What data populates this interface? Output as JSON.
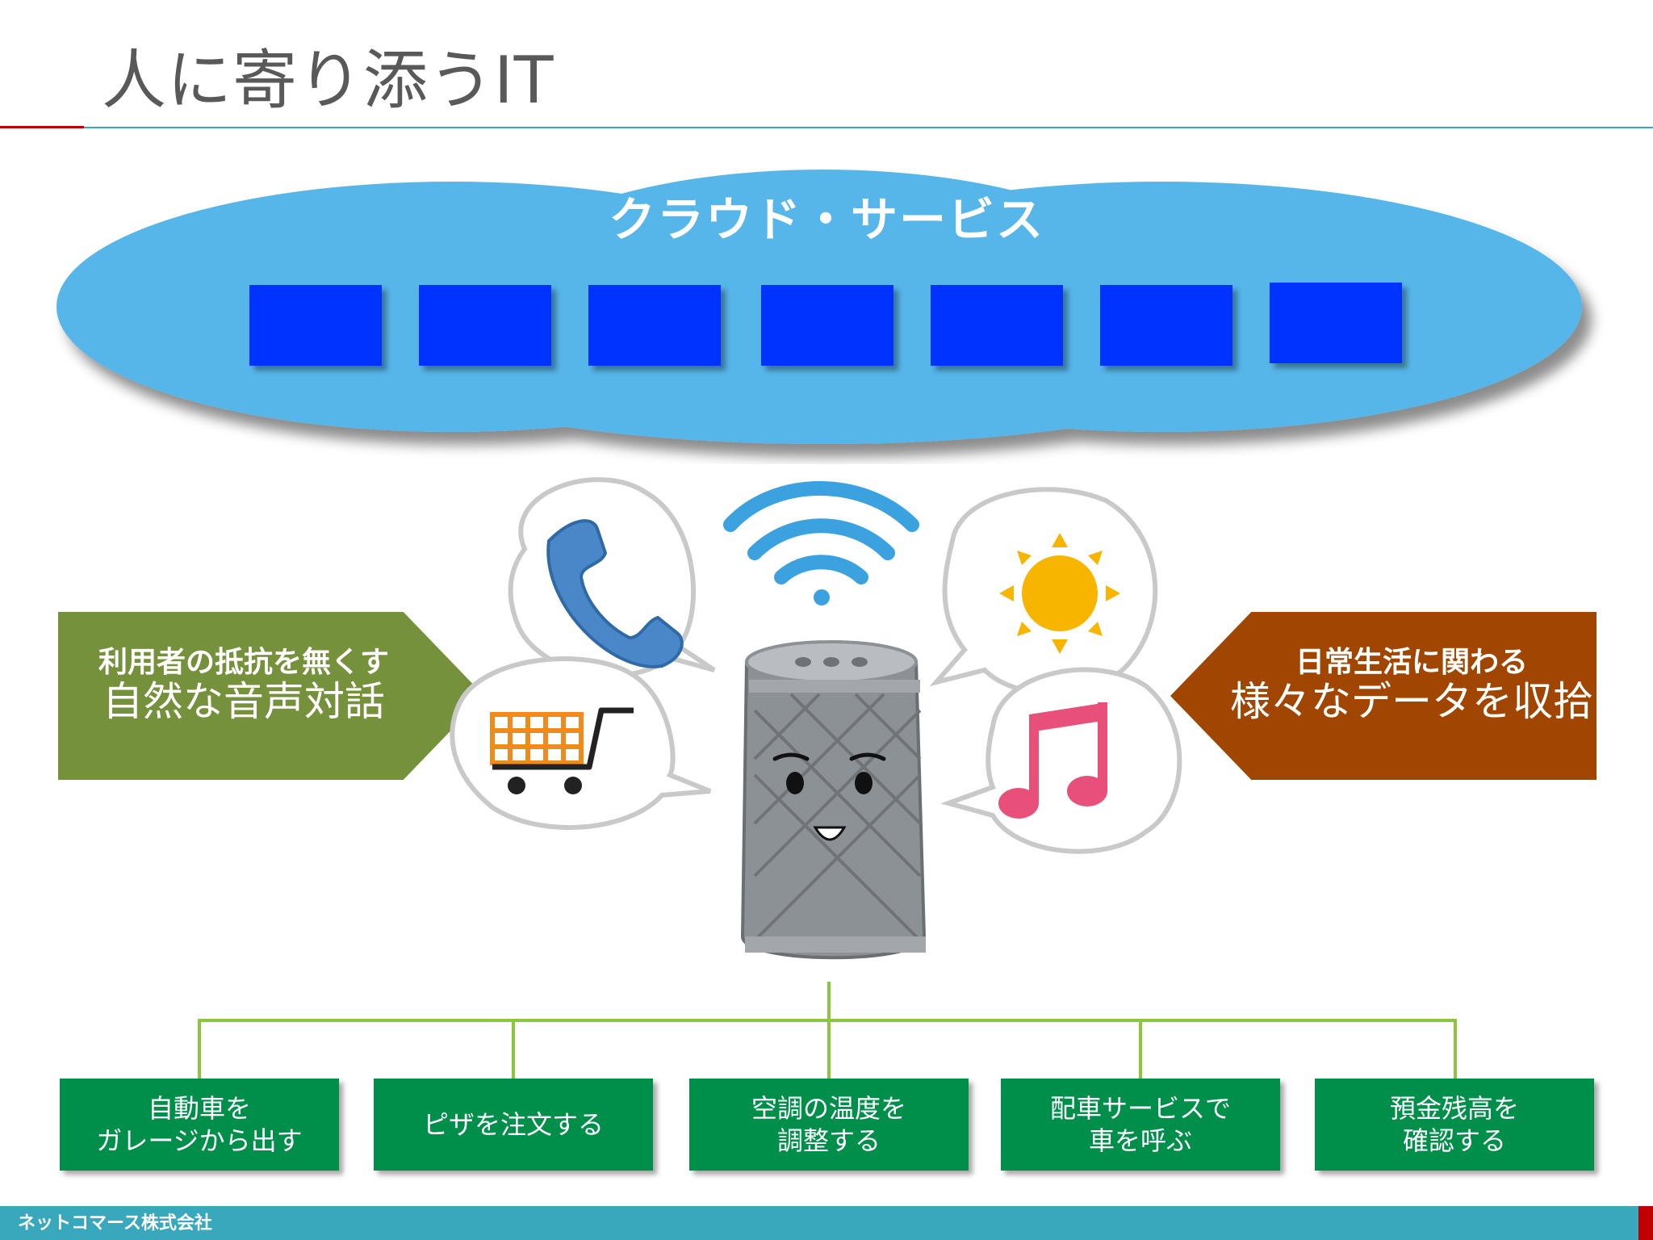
{
  "title": "人に寄り添うIT",
  "cloud": {
    "label": "クラウド・サービス",
    "box_count": 7,
    "color": "#56b5e9",
    "box_color": "#0033ff"
  },
  "left_arrow": {
    "line1": "利用者の抵抗を無くす",
    "line2": "自然な音声対話",
    "color": "#76913c"
  },
  "right_arrow": {
    "line1": "日常生活に関わる",
    "line2": "様々なデータを収拾",
    "color": "#a14600"
  },
  "icons": [
    "phone-icon",
    "wifi-icon",
    "sun-icon",
    "cart-icon",
    "music-note-icon",
    "smart-speaker-icon"
  ],
  "services": [
    "自動車を\nガレージから出す",
    "ピザを注文する",
    "空調の温度を\n調整する",
    "配車サービスで\n車を呼ぶ",
    "預金残高を\n確認する"
  ],
  "footer": {
    "company": "ネットコマース株式会社"
  }
}
